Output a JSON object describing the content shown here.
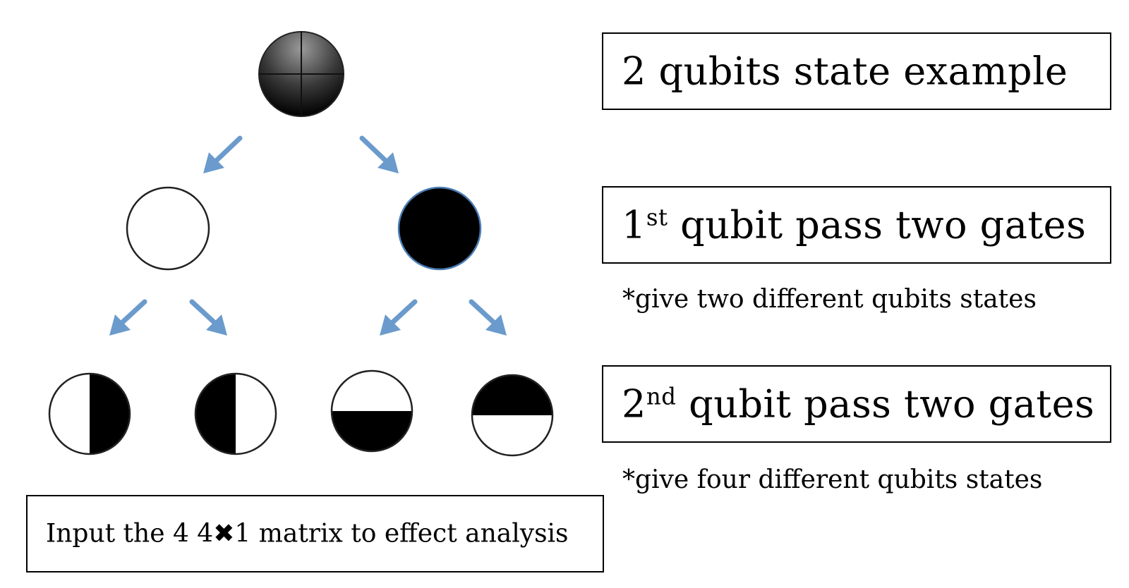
{
  "title": "2 qubits state example",
  "gate1": {
    "num": "1",
    "sup": "st",
    "rest": " qubit pass two gates"
  },
  "note1": "*give two different qubits states",
  "gate2": {
    "num": "2",
    "sup": "nd",
    "rest": " qubit pass two gates"
  },
  "note2": "*give four different qubits states",
  "input": {
    "before": "Input the 4 4",
    "symbol": "✖",
    "after": "1 matrix to effect analysis"
  },
  "colors": {
    "arrow": "#6b9bcc",
    "fill": "#000000",
    "background": "#ffffff"
  },
  "tree": {
    "root": "superposition-state",
    "level1": [
      "white-state",
      "black-state"
    ],
    "level2": [
      "right-half-black",
      "left-half-black",
      "bottom-half-black",
      "top-half-black"
    ]
  }
}
